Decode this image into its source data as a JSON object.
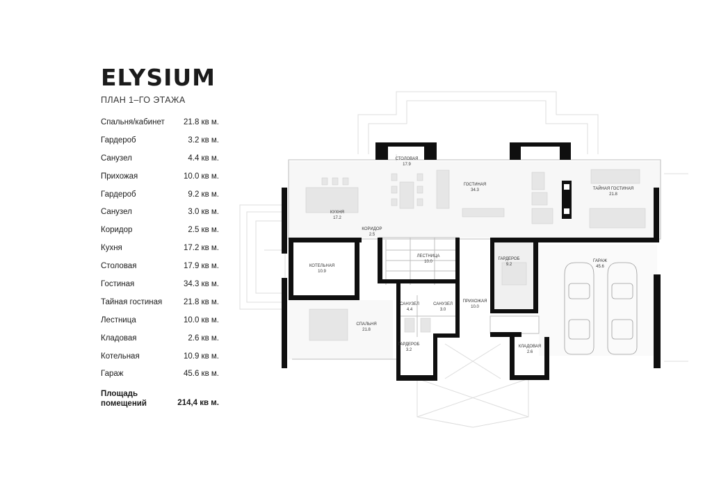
{
  "brand": "ELYSIUM",
  "plan_title": "ПЛАН 1–ГО ЭТАЖА",
  "areas": [
    {
      "name": "Спальня/кабинет",
      "value": "21.8 кв м."
    },
    {
      "name": "Гардероб",
      "value": "3.2 кв м."
    },
    {
      "name": "Санузел",
      "value": "4.4 кв м."
    },
    {
      "name": "Прихожая",
      "value": "10.0 кв м."
    },
    {
      "name": "Гардероб",
      "value": "9.2 кв м."
    },
    {
      "name": "Санузел",
      "value": "3.0 кв м."
    },
    {
      "name": "Коридор",
      "value": "2.5 кв м."
    },
    {
      "name": "Кухня",
      "value": "17.2 кв м."
    },
    {
      "name": "Столовая",
      "value": "17.9 кв м."
    },
    {
      "name": "Гостиная",
      "value": "34.3 кв м."
    },
    {
      "name": "Тайная гостиная",
      "value": "21.8 кв м."
    },
    {
      "name": "Лестница",
      "value": "10.0 кв м."
    },
    {
      "name": "Кладовая",
      "value": "2.6 кв м."
    },
    {
      "name": "Котельная",
      "value": "10.9 кв м."
    },
    {
      "name": "Гараж",
      "value": "45.6 кв м."
    }
  ],
  "total": {
    "name_line1": "Площадь",
    "name_line2": "помещений",
    "value": "214,4 кв м."
  },
  "plan": {
    "rooms": {
      "stolovaya": {
        "name": "СТОЛОВАЯ",
        "area": "17.9"
      },
      "kitchen": {
        "name": "КУХНЯ",
        "area": "17.2"
      },
      "gostinaya": {
        "name": "ГОСТИНАЯ",
        "area": "34.3"
      },
      "taynaya": {
        "name": "ТАЙНАЯ ГОСТИНАЯ",
        "area": "21.8"
      },
      "koridor": {
        "name": "КОРИДОР",
        "area": "2.5"
      },
      "kotelnaya": {
        "name": "КОТЕЛЬНАЯ",
        "area": "10.9"
      },
      "lestnica": {
        "name": "ЛЕСТНИЦА",
        "area": "10.0"
      },
      "garderob1": {
        "name": "ГАРДЕРОБ",
        "area": "9.2"
      },
      "garage": {
        "name": "ГАРАЖ",
        "area": "45.6"
      },
      "sanuzel1": {
        "name": "САНУЗЕЛ",
        "area": "4.4"
      },
      "sanuzel2": {
        "name": "САНУЗЕЛ",
        "area": "3.0"
      },
      "prihozhaya": {
        "name": "ПРИХОЖАЯ",
        "area": "10.0"
      },
      "spalnya": {
        "name": "СПАЛЬНЯ",
        "area": "21.8"
      },
      "garderob2": {
        "name": "ГАРДЕРОБ",
        "area": "3.2"
      },
      "kladovaya": {
        "name": "КЛАДОВАЯ",
        "area": "2.6"
      }
    }
  }
}
